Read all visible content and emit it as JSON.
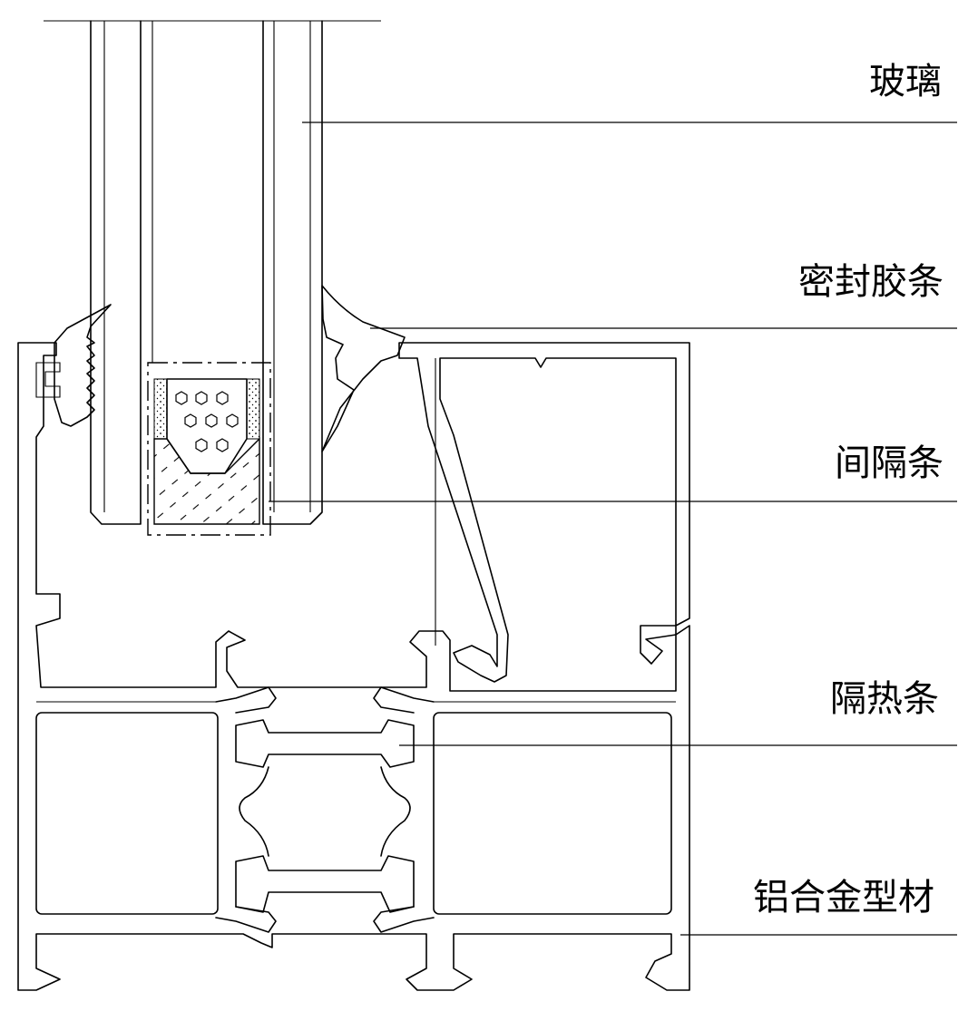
{
  "labels": {
    "glass": "玻璃",
    "seal_strip": "密封胶条",
    "spacer_bar": "间隔条",
    "thermal_break": "隔热条",
    "aluminum_profile": "铝合金型材"
  },
  "colors": {
    "line": "#000000",
    "background": "#ffffff"
  }
}
